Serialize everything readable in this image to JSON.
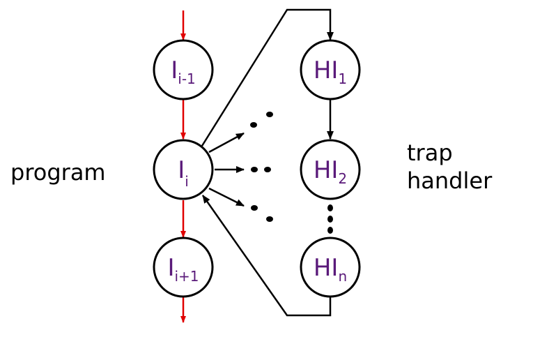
{
  "labels": {
    "program": "program",
    "trap_line1": "trap",
    "trap_line2": "handler"
  },
  "program_nodes": [
    {
      "main": "I",
      "sub": "i-1"
    },
    {
      "main": "I",
      "sub": "i"
    },
    {
      "main": "I",
      "sub": "i+1"
    }
  ],
  "handler_nodes": [
    {
      "main": "HI",
      "sub": "1"
    },
    {
      "main": "HI",
      "sub": "2"
    },
    {
      "main": "HI",
      "sub": "n"
    }
  ],
  "colors": {
    "program_flow": "#e00000",
    "handler_flow": "#000000",
    "node_text": "#5a1a7a"
  }
}
